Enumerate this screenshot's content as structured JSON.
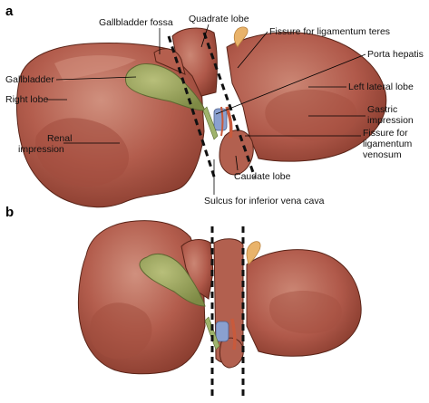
{
  "panels": [
    {
      "letter": "a",
      "labels": {
        "gallbladder_fossa": "Gallbladder fossa",
        "quadrate_lobe": "Quadrate lobe",
        "fissure_teres": "Fissure for ligamentum teres",
        "porta_hepatis": "Porta hepatis",
        "gallbladder": "Gallbladder",
        "right_lobe": "Right lobe",
        "left_lateral_lobe": "Left lateral lobe",
        "gastric_impression": [
          "Gastric",
          "impression"
        ],
        "renal_impression": [
          "Renal",
          "impression"
        ],
        "fissure_venosum": [
          "Fissure for",
          "ligamentum",
          "venosum"
        ],
        "caudate_lobe": "Caudate lobe",
        "sulcus_ivc": "Sulcus for inferior vena cava"
      }
    },
    {
      "letter": "b"
    }
  ],
  "colors": {
    "liver_base": "#b35d4d",
    "liver_light": "#cf8a78",
    "liver_dark": "#7e3326",
    "gallbladder": "#8f9a52",
    "gallbladder_light": "#b8bf7a",
    "vessel_blue": "#8aa0cf",
    "vessel_red": "#c85a3c",
    "duct_green": "#9fb36c",
    "ligament": "#e9b36a"
  }
}
